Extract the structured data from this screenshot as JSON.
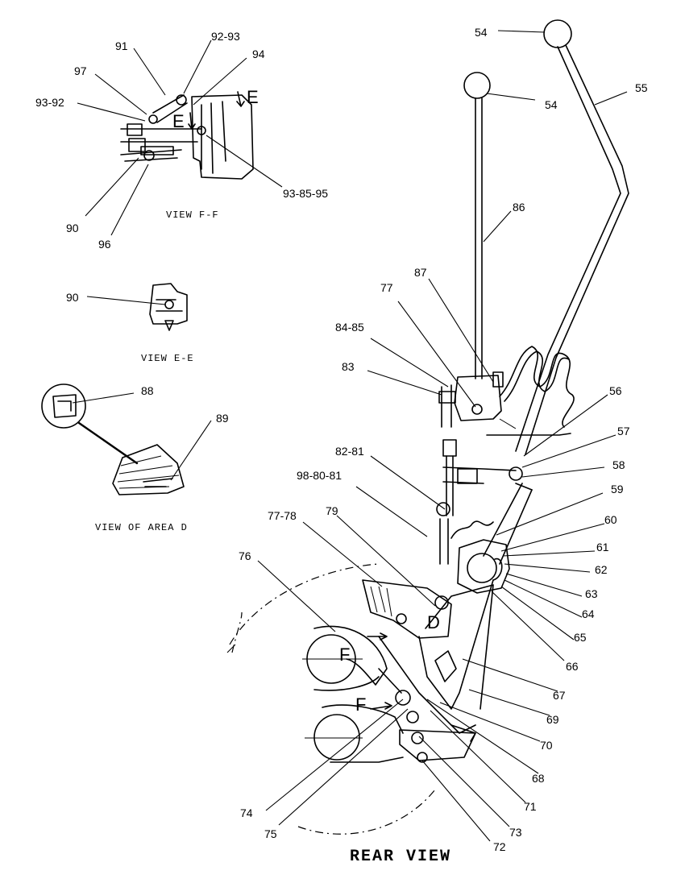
{
  "diagram": {
    "main_caption": "REAR VIEW",
    "view_captions": {
      "ff": "VIEW F-F",
      "ee": "VIEW E-E",
      "area_d": "VIEW OF AREA D"
    },
    "view_letters": {
      "e_top_right": "E",
      "e_inset": "E",
      "d_main": "D",
      "f_upper": "F",
      "f_lower": "F"
    },
    "part_labels": [
      "91",
      "92-93",
      "94",
      "97",
      "93-92",
      "93-85-95",
      "90",
      "96",
      "90",
      "88",
      "89",
      "54",
      "54",
      "55",
      "86",
      "87",
      "77",
      "84-85",
      "83",
      "56",
      "57",
      "58",
      "59",
      "60",
      "61",
      "62",
      "63",
      "64",
      "65",
      "66",
      "67",
      "69",
      "70",
      "68",
      "71",
      "73",
      "72",
      "75",
      "74",
      "82-81",
      "98-80-81",
      "77-78",
      "79",
      "76"
    ]
  }
}
